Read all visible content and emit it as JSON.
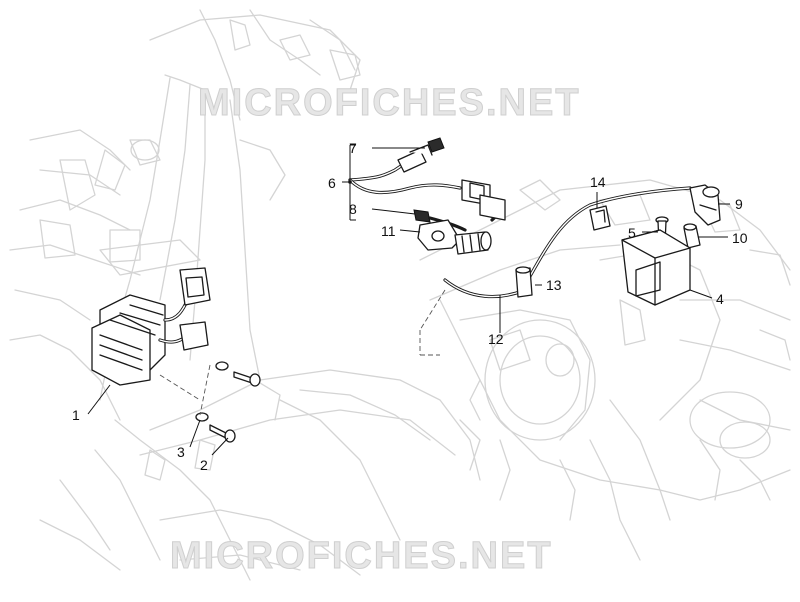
{
  "watermarks": [
    "MICROFICHES.NET",
    "MICROFICHES.NET"
  ],
  "callouts": {
    "c1": "1",
    "c2": "2",
    "c3": "3",
    "c4": "4",
    "c5": "5",
    "c6": "6",
    "c7": "7",
    "c8": "8",
    "c9": "9",
    "c10": "10",
    "c11": "11",
    "c12": "12",
    "c13": "13",
    "c14": "14"
  },
  "colors": {
    "ink": "#1a1a1a",
    "ghost": "#d4d4d4",
    "background": "#ffffff"
  }
}
